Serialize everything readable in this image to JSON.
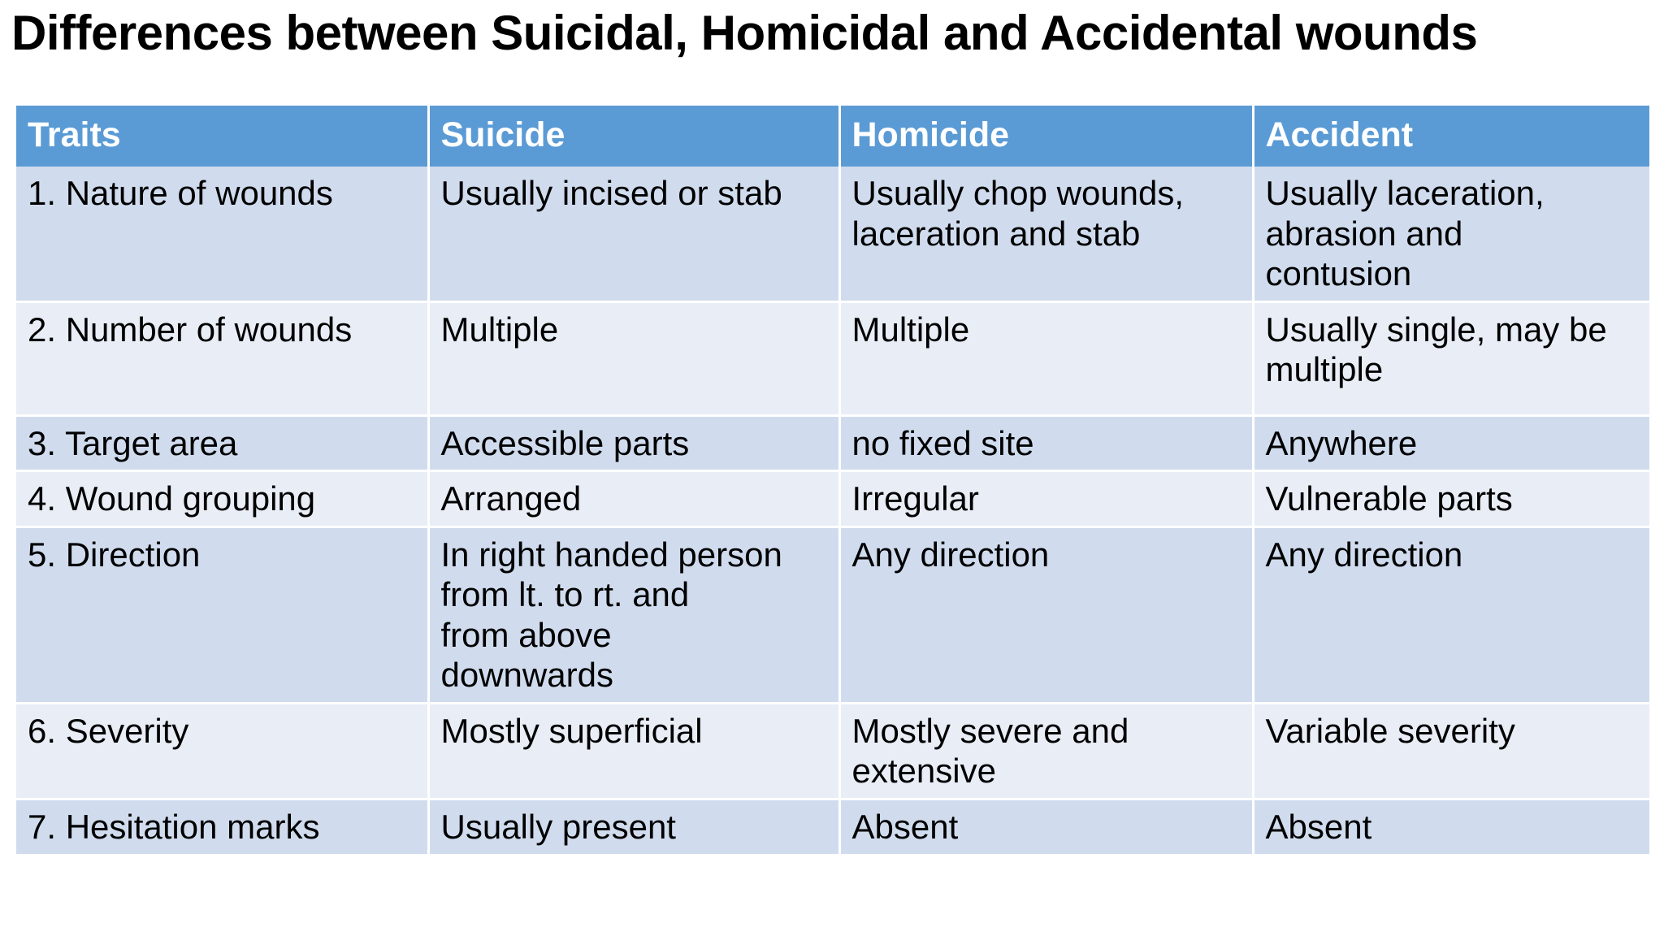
{
  "title": "Differences between Suicidal, Homicidal and Accidental wounds",
  "colors": {
    "header_background": "#5B9BD5",
    "header_text": "#FFFFFF",
    "row_band_dark": "#D0DCEE",
    "row_band_light": "#E8EDF6",
    "body_text": "#000000",
    "gridline": "#FFFFFF"
  },
  "table": {
    "headers": [
      "Traits",
      "Suicide",
      "Homicide",
      "Accident"
    ],
    "rows": [
      {
        "trait": "1. Nature of wounds",
        "suicide": "Usually incised or stab",
        "homicide": "Usually chop wounds,\nlaceration and stab",
        "accident": "Usually laceration,\nabrasion and\ncontusion"
      },
      {
        "trait": "2. Number of wounds",
        "suicide": "Multiple",
        "homicide": "Multiple",
        "accident": "Usually single, may be\nmultiple"
      },
      {
        "trait": "3. Target area",
        "suicide": "Accessible parts",
        "homicide": "no fixed site",
        "accident": "Anywhere"
      },
      {
        "trait": "4. Wound grouping",
        "suicide": "Arranged",
        "homicide": "Irregular",
        "accident": "Vulnerable parts"
      },
      {
        "trait": "5. Direction",
        "suicide": "In right handed person\n from lt. to rt. and\nfrom above\ndownwards",
        "homicide": "Any direction",
        "accident": "Any direction"
      },
      {
        "trait": "6. Severity",
        "suicide": "Mostly superficial",
        "homicide": "Mostly severe and\nextensive",
        "accident": "Variable severity"
      },
      {
        "trait": "7. Hesitation marks",
        "suicide": "Usually present",
        "homicide": "Absent",
        "accident": "Absent"
      }
    ]
  }
}
